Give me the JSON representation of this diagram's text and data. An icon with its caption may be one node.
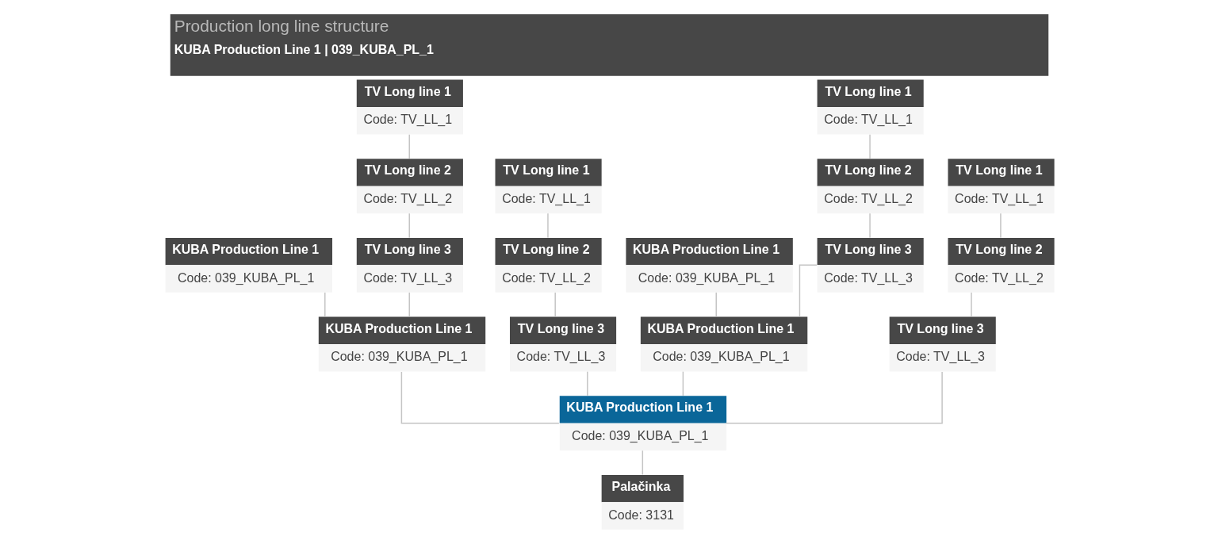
{
  "diagram": {
    "title": "Production long line structure",
    "caption": "KUBA Production Line 1 | 039_KUBA_PL_1",
    "nodes": [
      {
        "text": [
          "TV Long line 1",
          "Code: TV_LL_1"
        ]
      },
      {
        "text": [
          "TV Long line 1",
          "Code: TV_LL_1"
        ]
      },
      {
        "text": [
          "TV Long line 2",
          "Code: TV_LL_2"
        ]
      },
      {
        "text": [
          "TV Long line 2",
          "Code: TV_LL_2"
        ]
      },
      {
        "text": [
          "TV Long line 1",
          "Code: TV_LL_1"
        ]
      },
      {
        "text": [
          "TV Long line 1",
          "Code: TV_LL_1"
        ]
      },
      {
        "text": [
          "KUBA Production Line 1",
          "Code: 039_KUBA_PL_1"
        ]
      },
      {
        "text": [
          "TV Long line 3",
          "Code: TV_LL_3"
        ]
      },
      {
        "text": [
          "KUBA Production Line 1",
          "Code: 039_KUBA_PL_1"
        ]
      },
      {
        "text": [
          "TV Long line 3",
          "Code: TV_LL_3"
        ]
      },
      {
        "text": [
          "TV Long line 2",
          "Code: TV_LL_2"
        ]
      },
      {
        "text": [
          "TV Long line 2",
          "Code: TV_LL_2"
        ]
      },
      {
        "text": [
          "KUBA Production Line 1",
          "Code: 039_KUBA_PL_1"
        ]
      },
      {
        "text": [
          "TV Long line 3",
          "Code: TV_LL_3"
        ]
      },
      {
        "text": [
          "KUBA Production Line 1",
          "Code: 039_KUBA_PL_1"
        ]
      },
      {
        "text": [
          "TV Long line 3",
          "Code: TV_LL_3"
        ]
      },
      {
        "text": [
          "KUBA Production Line 1",
          "Code: 039_KUBA_PL_1"
        ]
      },
      {
        "text": [
          "Palačinka",
          "Code: 3131"
        ]
      }
    ],
    "edges": [
      {
        "from": 17,
        "to": 16,
        "arrow": "none"
      },
      {
        "from": 16,
        "to": 12,
        "arrow": "none"
      },
      {
        "from": 16,
        "to": 13,
        "arrow": "none"
      },
      {
        "from": 16,
        "to": 14,
        "arrow": "none"
      },
      {
        "from": 16,
        "to": 15,
        "arrow": "none"
      },
      {
        "from": 12,
        "to": 6,
        "arrow": "none"
      },
      {
        "from": 12,
        "to": 7,
        "arrow": "none"
      },
      {
        "from": 7,
        "to": 2,
        "arrow": "none"
      },
      {
        "from": 2,
        "to": 0,
        "arrow": "none"
      },
      {
        "from": 13,
        "to": 10,
        "arrow": "none"
      },
      {
        "from": 10,
        "to": 4,
        "arrow": "none"
      },
      {
        "from": 14,
        "to": 8,
        "arrow": "none"
      },
      {
        "from": 14,
        "to": 9,
        "arrow": "none"
      },
      {
        "from": 9,
        "to": 3,
        "arrow": "none"
      },
      {
        "from": 3,
        "to": 1,
        "arrow": "none"
      },
      {
        "from": 15,
        "to": 11,
        "arrow": "none"
      },
      {
        "from": 11,
        "to": 5,
        "arrow": "none"
      }
    ]
  }
}
